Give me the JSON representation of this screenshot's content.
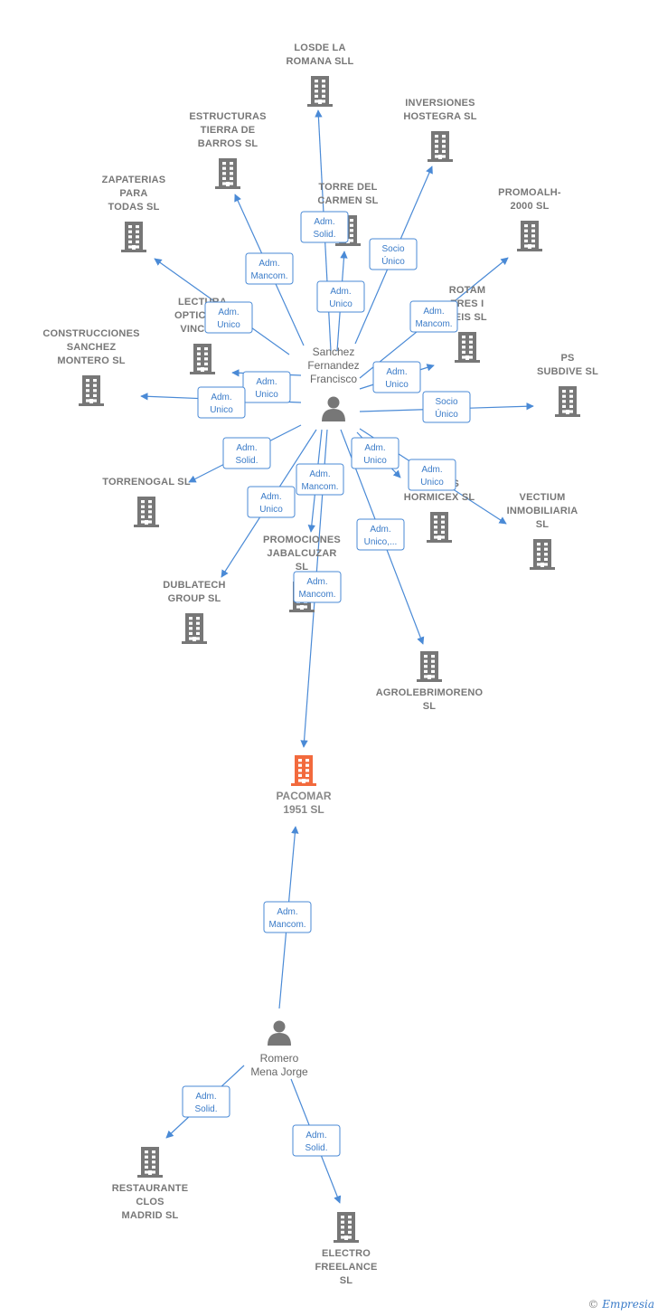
{
  "colors": {
    "edge": "#4a8ad6",
    "edge_text": "#3a7bc8",
    "company_icon": "#777777",
    "focus_icon": "#f26a3d",
    "person_icon": "#777777"
  },
  "people": [
    {
      "id": "sanchez",
      "lines": [
        "Sanchez",
        "Fernandez",
        "Francisco"
      ]
    },
    {
      "id": "romero",
      "lines": [
        "Romero",
        "Mena Jorge"
      ]
    }
  ],
  "companies": [
    {
      "id": "losde",
      "lines": [
        "LOSDE LA",
        "ROMANA SLL"
      ]
    },
    {
      "id": "inversiones",
      "lines": [
        "INVERSIONES",
        "HOSTEGRA  SL"
      ]
    },
    {
      "id": "estructuras",
      "lines": [
        "ESTRUCTURAS",
        "TIERRA DE",
        "BARROS SL"
      ]
    },
    {
      "id": "torre",
      "lines": [
        "TORRE DEL",
        "CARMEN  SL"
      ]
    },
    {
      "id": "promoalh",
      "lines": [
        "PROMOALH-",
        "2000  SL"
      ]
    },
    {
      "id": "zapaterias",
      "lines": [
        "ZAPATERIAS",
        "PARA",
        "TODAS SL"
      ]
    },
    {
      "id": "rotam",
      "lines": [
        "ROTAM",
        "TRES I",
        "SEIS  SL"
      ]
    },
    {
      "id": "lectura",
      "lines": [
        "LECTURA",
        "OPTICA DA",
        "VINCI SA"
      ]
    },
    {
      "id": "construcciones",
      "lines": [
        "CONSTRUCCIONES",
        "SANCHEZ",
        "MONTERO  SL"
      ]
    },
    {
      "id": "ps",
      "lines": [
        "PS",
        "SUBDIVE  SL"
      ]
    },
    {
      "id": "torrenogal",
      "lines": [
        "TORRENOGAL SL"
      ]
    },
    {
      "id": "hormicex",
      "lines": [
        "ARIDOS",
        "HORMICEX SL"
      ]
    },
    {
      "id": "vectium",
      "lines": [
        "VECTIUM",
        "INMOBILIARIA",
        "SL"
      ]
    },
    {
      "id": "promociones",
      "lines": [
        "PROMOCIONES",
        "JABALCUZAR",
        "SL"
      ]
    },
    {
      "id": "dublatech",
      "lines": [
        "DUBLATECH",
        "GROUP  SL"
      ]
    },
    {
      "id": "agrolebrimoreno",
      "lines": [
        "AGROLEBRIMORENO",
        "SL"
      ]
    },
    {
      "id": "pacomar",
      "lines": [
        "PACOMAR",
        "1951  SL"
      ],
      "focus": true
    },
    {
      "id": "restaurante",
      "lines": [
        "RESTAURANTE",
        "CLOS",
        "MADRID  SL"
      ]
    },
    {
      "id": "electro",
      "lines": [
        "ELECTRO",
        "FREELANCE",
        "SL"
      ]
    }
  ],
  "edges": [
    {
      "from": "sanchez",
      "to": "losde",
      "lines": [
        "Adm.",
        "Solid."
      ]
    },
    {
      "from": "sanchez",
      "to": "torre",
      "lines": [
        "Adm.",
        "Unico"
      ]
    },
    {
      "from": "sanchez",
      "to": "inversiones",
      "lines": [
        "Socio",
        "Único"
      ]
    },
    {
      "from": "sanchez",
      "to": "estructuras",
      "lines": [
        "Adm.",
        "Mancom."
      ]
    },
    {
      "from": "sanchez",
      "to": "promoalh",
      "lines": [
        "Adm.",
        "Mancom."
      ]
    },
    {
      "from": "sanchez",
      "to": "zapaterias",
      "lines": [
        "Adm.",
        "Unico"
      ]
    },
    {
      "from": "sanchez",
      "to": "rotam",
      "lines": [
        "Adm.",
        "Unico"
      ]
    },
    {
      "from": "sanchez",
      "to": "lectura",
      "lines": [
        "Adm.",
        "Unico"
      ]
    },
    {
      "from": "sanchez",
      "to": "construcciones",
      "lines": [
        "Adm.",
        "Unico"
      ]
    },
    {
      "from": "sanchez",
      "to": "ps",
      "lines": [
        "Socio",
        "Único"
      ]
    },
    {
      "from": "sanchez",
      "to": "torrenogal",
      "lines": [
        "Adm.",
        "Solid."
      ]
    },
    {
      "from": "sanchez",
      "to": "hormicex",
      "lines": [
        "Adm.",
        "Unico"
      ]
    },
    {
      "from": "sanchez",
      "to": "vectium",
      "lines": [
        "Adm.",
        "Unico"
      ]
    },
    {
      "from": "sanchez",
      "to": "promociones",
      "lines": [
        "Adm.",
        "Mancom."
      ]
    },
    {
      "from": "sanchez",
      "to": "dublatech",
      "lines": [
        "Adm.",
        "Unico"
      ]
    },
    {
      "from": "sanchez",
      "to": "agrolebrimoreno",
      "lines": [
        "Adm.",
        "Unico,..."
      ]
    },
    {
      "from": "sanchez",
      "to": "pacomar",
      "lines": [
        "Adm.",
        "Mancom."
      ]
    },
    {
      "from": "romero",
      "to": "pacomar",
      "lines": [
        "Adm.",
        "Mancom."
      ]
    },
    {
      "from": "romero",
      "to": "restaurante",
      "lines": [
        "Adm.",
        "Solid."
      ]
    },
    {
      "from": "romero",
      "to": "electro",
      "lines": [
        "Adm.",
        "Solid."
      ]
    }
  ],
  "footer": {
    "symbol": "©",
    "brand": "Empresia"
  }
}
